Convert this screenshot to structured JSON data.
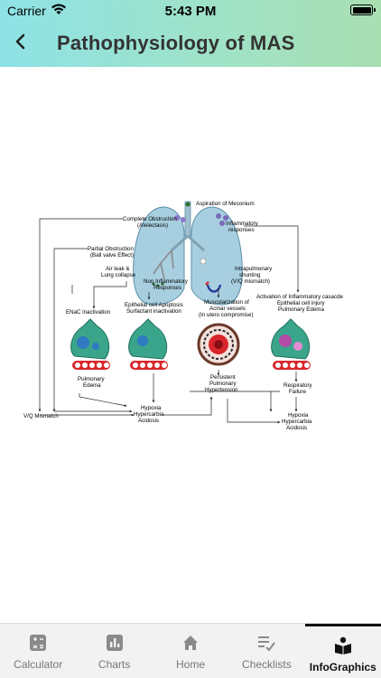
{
  "status_bar": {
    "carrier": "Carrier",
    "time": "5:43 PM"
  },
  "header": {
    "title": "Pathophysiology of MAS"
  },
  "diagram": {
    "labels": {
      "aspiration": "Aspiration of Meconium",
      "complete_obstruction": "Complete Obstruction",
      "atelectasis": "(Atelectasis)",
      "inflammatory": "Inflammatory",
      "responses": "responses",
      "partial_obstruction": "Partial Obstruction",
      "ball_valve": "(Ball valve Effect)",
      "air_leak": "Air leak &",
      "lung_collapse": "Lung collapse",
      "non_inflammatory": "Non Inflammatory",
      "non_inflammatory_responses": "Responses",
      "intrapulmonary": "Intrapulmonary",
      "shunting": "shunting",
      "vq_mismatch_paren": "(V/Q mismatch)",
      "activation": "Activation of Inflammatory casacde",
      "epithelial_injury": "Epithelial cell injury",
      "pulmonary_edema_right": "Pulmonary Edema",
      "enac": "ENaC inactivation",
      "epithelial_apoptosis": "Epithelial cell Apoptosis",
      "surfactant": "Surfactant inactivation",
      "muscularization": "Muscularization of",
      "acinar": "Acinar vessels",
      "in_utero": "(In utero compromise)",
      "pulmonary": "Pulmonary",
      "edema": "Edema",
      "persistent": "Persistent",
      "pulmonary2": "Pulmonary",
      "hypertension": "Hypertension",
      "respiratory": "Respiratory",
      "failure": "Failure",
      "hypoxia": "Hypoxia",
      "hypercarbia": "Hypercarbia",
      "acidosis": "Acidosis",
      "hypoxia2": "Hypoxia",
      "hypercarbia2": "Hypercarbia",
      "acidosis2": "Acidosis",
      "vq_mismatch": "V/Q Mismatch"
    }
  },
  "tabs": [
    {
      "label": "Calculator",
      "icon": "calculator-icon",
      "active": false
    },
    {
      "label": "Charts",
      "icon": "bar-chart-icon",
      "active": false
    },
    {
      "label": "Home",
      "icon": "home-icon",
      "active": false
    },
    {
      "label": "Checklists",
      "icon": "checklist-icon",
      "active": false
    },
    {
      "label": "InfoGraphics",
      "icon": "book-reader-icon",
      "active": true
    }
  ],
  "colors": {
    "header_start": "#8ee3e6",
    "header_end": "#a9dfb2",
    "lung": "#9fc9dc",
    "vessel_red": "#d9262b"
  }
}
